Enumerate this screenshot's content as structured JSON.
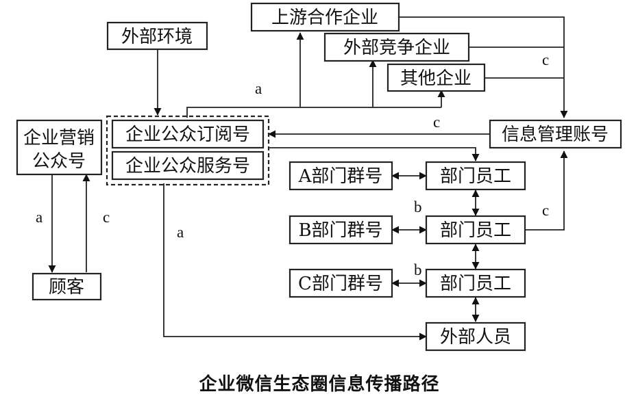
{
  "nodes": {
    "upstream": "上游合作企业",
    "competitor": "外部竞争企业",
    "other": "其他企业",
    "environment": "外部环境",
    "marketing_line1": "企业营销",
    "marketing_line2": "公众号",
    "subscription": "企业公众订阅号",
    "service": "企业公众服务号",
    "info_mgmt": "信息管理账号",
    "group_a": "A部门群号",
    "group_b": "B部门群号",
    "group_c": "C部门群号",
    "staff_1": "部门员工",
    "staff_2": "部门员工",
    "staff_3": "部门员工",
    "external": "外部人员",
    "customer": "顾客"
  },
  "labels": {
    "a_top": "a",
    "c_top_right": "c",
    "c_middle": "c",
    "a_left": "a",
    "c_left": "c",
    "a_service": "a",
    "b_1": "b",
    "b_2": "b",
    "c_staff": "c"
  },
  "caption": "企业微信生态圈信息传播路径"
}
